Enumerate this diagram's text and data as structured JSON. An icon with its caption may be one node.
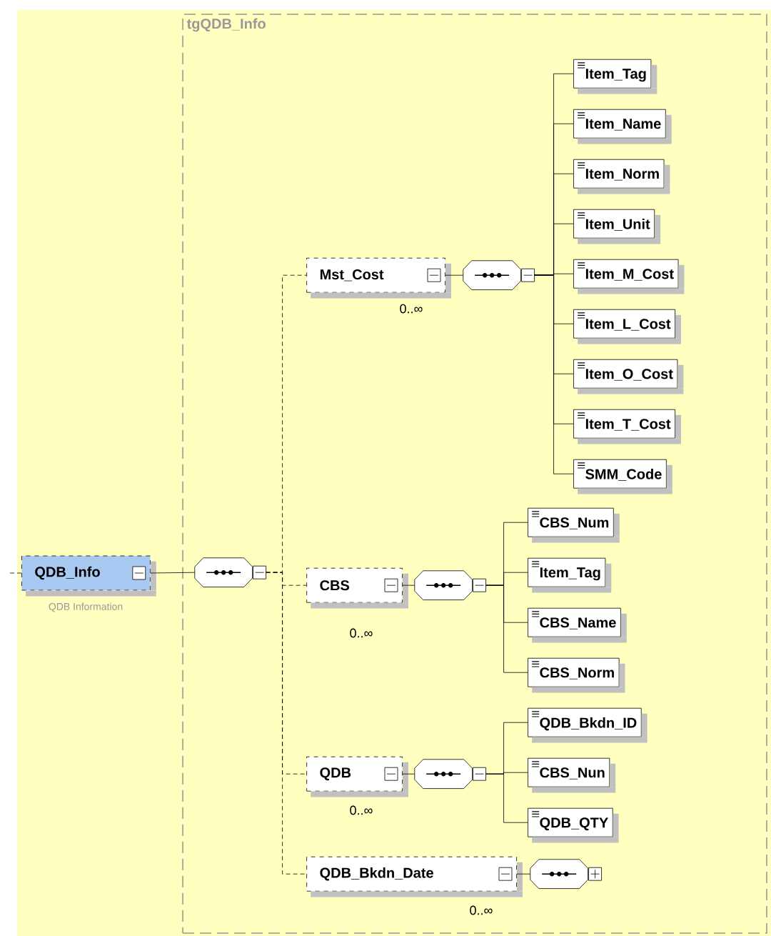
{
  "diagram": {
    "nodes": [
      {
        "text": [
          "tgQDB_Info"
        ]
      },
      {
        "text": [
          "QDB_Info"
        ],
        "beside": [
          "QDB Information"
        ]
      },
      {
        "text": [],
        "shape": "octagon",
        "in": 0
      },
      {
        "text": [
          "Mst_Cost"
        ],
        "beside": [
          "0..∞"
        ],
        "in": 0
      },
      {
        "text": [],
        "shape": "octagon",
        "in": 0
      },
      {
        "text": [
          "Item_Tag"
        ],
        "in": 0
      },
      {
        "text": [
          "Item_Name"
        ],
        "in": 0
      },
      {
        "text": [
          "Item_Norm"
        ],
        "in": 0
      },
      {
        "text": [
          "Item_Unit"
        ],
        "in": 0
      },
      {
        "text": [
          "Item_M_Cost"
        ],
        "in": 0
      },
      {
        "text": [
          "Item_L_Cost"
        ],
        "in": 0
      },
      {
        "text": [
          "Item_O_Cost"
        ],
        "in": 0
      },
      {
        "text": [
          "Item_T_Cost"
        ],
        "in": 0
      },
      {
        "text": [
          "SMM_Code"
        ],
        "in": 0
      },
      {
        "text": [
          "CBS"
        ],
        "beside": [
          "0..∞"
        ],
        "in": 0
      },
      {
        "text": [],
        "shape": "octagon",
        "in": 0
      },
      {
        "text": [
          "CBS_Num"
        ],
        "in": 0
      },
      {
        "text": [
          "Item_Tag"
        ],
        "in": 0
      },
      {
        "text": [
          "CBS_Name"
        ],
        "in": 0
      },
      {
        "text": [
          "CBS_Norm"
        ],
        "in": 0
      },
      {
        "text": [
          "QDB"
        ],
        "beside": [
          "0..∞"
        ],
        "in": 0
      },
      {
        "text": [],
        "shape": "octagon",
        "in": 0
      },
      {
        "text": [
          "QDB_Bkdn_ID"
        ],
        "in": 0
      },
      {
        "text": [
          "CBS_Nun"
        ],
        "in": 0
      },
      {
        "text": [
          "QDB_QTY"
        ],
        "in": 0
      },
      {
        "text": [
          "QDB_Bkdn_Date"
        ],
        "beside": [
          "0..∞"
        ],
        "in": 0
      },
      {
        "text": [],
        "shape": "octagon",
        "in": 0
      }
    ],
    "edges": [
      {
        "from": null,
        "to": 1,
        "arrow": "none",
        "style": "dashed"
      },
      {
        "from": 1,
        "to": 2,
        "arrow": "none"
      },
      {
        "from": 2,
        "to": 3,
        "arrow": "none",
        "style": "dashed"
      },
      {
        "from": 2,
        "to": 14,
        "arrow": "none",
        "style": "dashed"
      },
      {
        "from": 2,
        "to": 20,
        "arrow": "none",
        "style": "dashed"
      },
      {
        "from": 2,
        "to": 25,
        "arrow": "none",
        "style": "dashed"
      },
      {
        "from": 3,
        "to": 4,
        "arrow": "none"
      },
      {
        "from": 4,
        "to": 5,
        "arrow": "none"
      },
      {
        "from": 4,
        "to": 6,
        "arrow": "none"
      },
      {
        "from": 4,
        "to": 7,
        "arrow": "none"
      },
      {
        "from": 4,
        "to": 8,
        "arrow": "none"
      },
      {
        "from": 4,
        "to": 9,
        "arrow": "none"
      },
      {
        "from": 4,
        "to": 10,
        "arrow": "none"
      },
      {
        "from": 4,
        "to": 11,
        "arrow": "none"
      },
      {
        "from": 4,
        "to": 12,
        "arrow": "none"
      },
      {
        "from": 4,
        "to": 13,
        "arrow": "none"
      },
      {
        "from": 14,
        "to": 15,
        "arrow": "none"
      },
      {
        "from": 15,
        "to": 16,
        "arrow": "none"
      },
      {
        "from": 15,
        "to": 17,
        "arrow": "none"
      },
      {
        "from": 15,
        "to": 18,
        "arrow": "none"
      },
      {
        "from": 15,
        "to": 19,
        "arrow": "none"
      },
      {
        "from": 20,
        "to": 21,
        "arrow": "none"
      },
      {
        "from": 21,
        "to": 22,
        "arrow": "none"
      },
      {
        "from": 21,
        "to": 23,
        "arrow": "none"
      },
      {
        "from": 21,
        "to": 24,
        "arrow": "none"
      },
      {
        "from": 25,
        "to": 26,
        "arrow": "none"
      }
    ]
  }
}
